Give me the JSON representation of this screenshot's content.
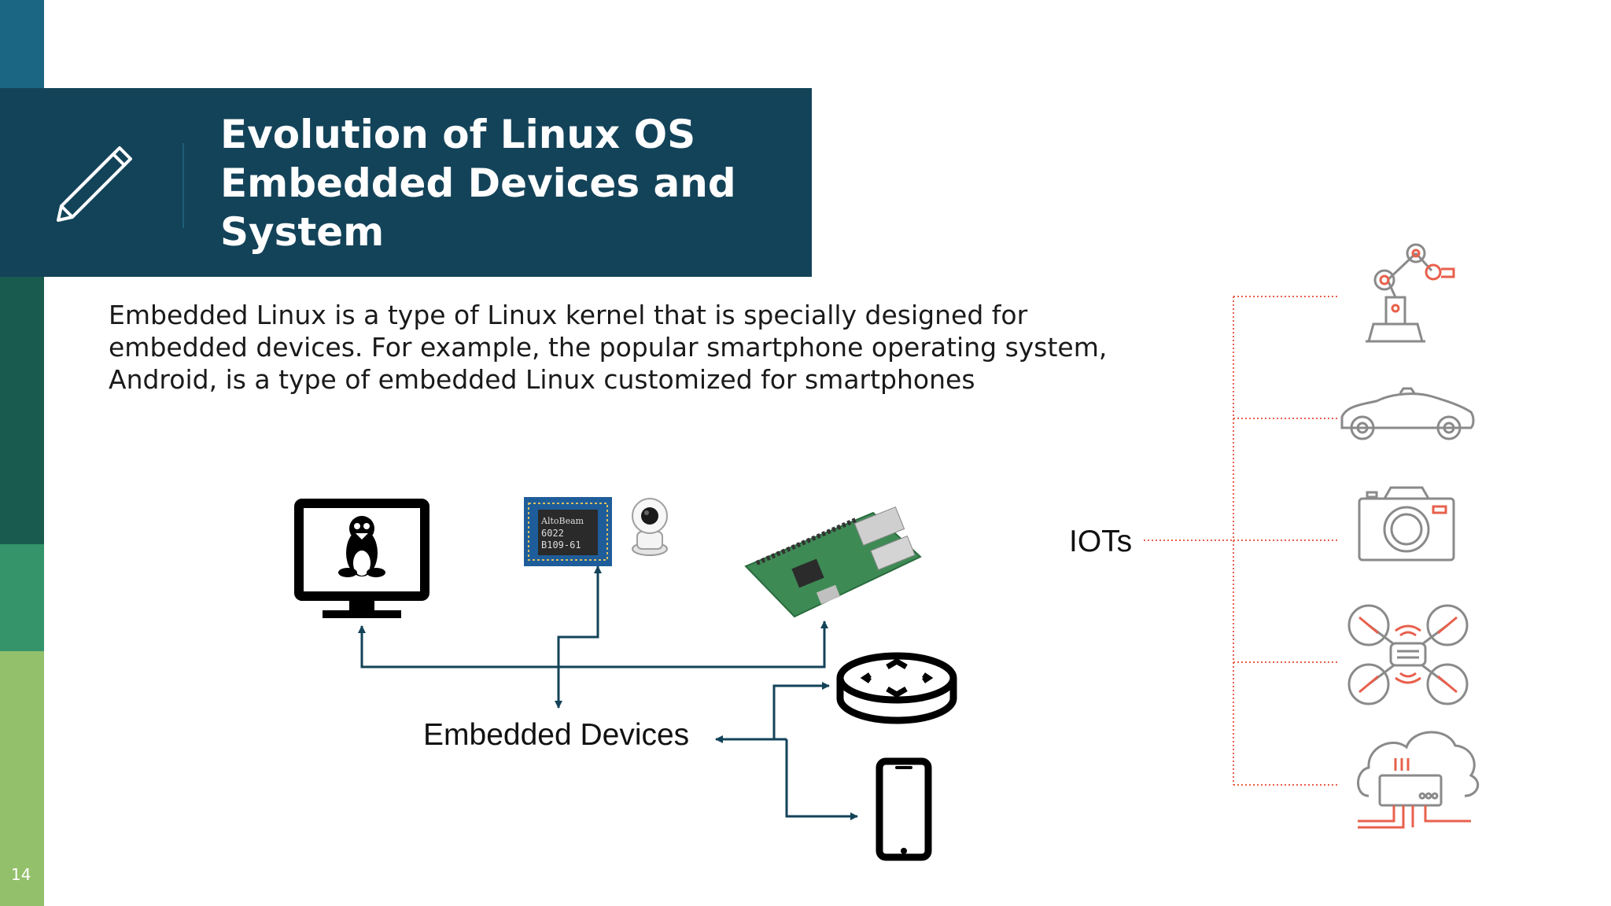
{
  "slide": {
    "title": "Evolution of Linux OS Embedded Devices and System",
    "body": "Embedded Linux is a type of Linux kernel that is specially designed for embedded devices. For example, the popular smartphone operating system, Android, is a type of embedded Linux customized for smartphones",
    "page_number": "14"
  },
  "diagram": {
    "embedded_label": "Embedded Devices",
    "iot_label": "IOTs",
    "chip_text": [
      "AltoBeam",
      "6022",
      "B109-61"
    ]
  },
  "icons": {
    "title": "pencil-icon",
    "embedded": [
      "linux-monitor-icon",
      "wifi-chip-icon",
      "security-camera-icon",
      "raspberry-pi-board-icon",
      "smart-speaker-icon",
      "smartphone-icon"
    ],
    "iot": [
      "robot-arm-icon",
      "car-icon",
      "camera-icon",
      "drone-icon",
      "cloud-router-icon"
    ]
  },
  "colors": {
    "title_bar": "#134359",
    "arrow": "#134359",
    "iot_line": "#e8604c",
    "iot_icon": "#8a8a8a"
  }
}
